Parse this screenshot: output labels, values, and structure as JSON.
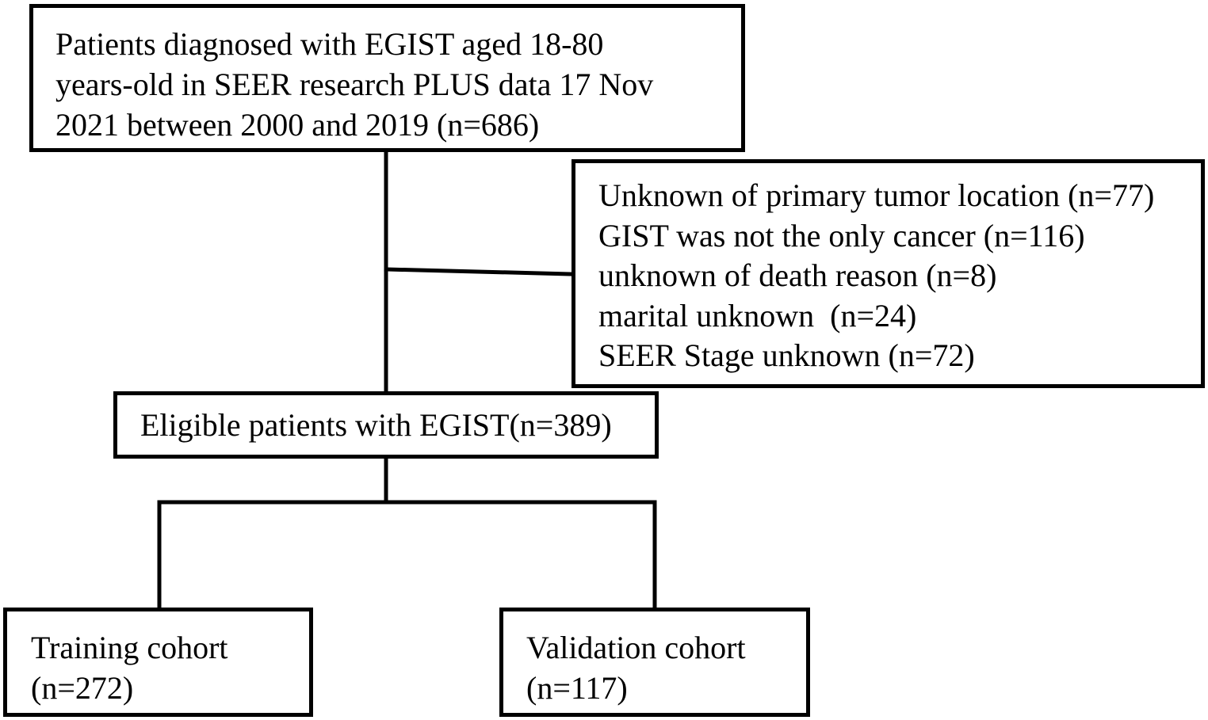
{
  "source_box": {
    "lines": [
      "Patients diagnosed with EGIST aged 18-80",
      "years-old in SEER research PLUS data 17 Nov",
      "2021 between 2000 and 2019 (n=686)"
    ]
  },
  "exclusion_box": {
    "items": [
      "Unknown of primary tumor location (n=77)",
      "GIST was not the only cancer (n=116)",
      "unknown of death reason (n=8)",
      "marital unknown  (n=24)",
      "SEER Stage unknown (n=72)"
    ]
  },
  "eligible_box": {
    "label": "Eligible patients with EGIST(n=389)"
  },
  "training_box": {
    "lines": [
      "Training cohort",
      "(n=272)"
    ]
  },
  "validation_box": {
    "lines": [
      "Validation cohort",
      "(n=117)"
    ]
  }
}
